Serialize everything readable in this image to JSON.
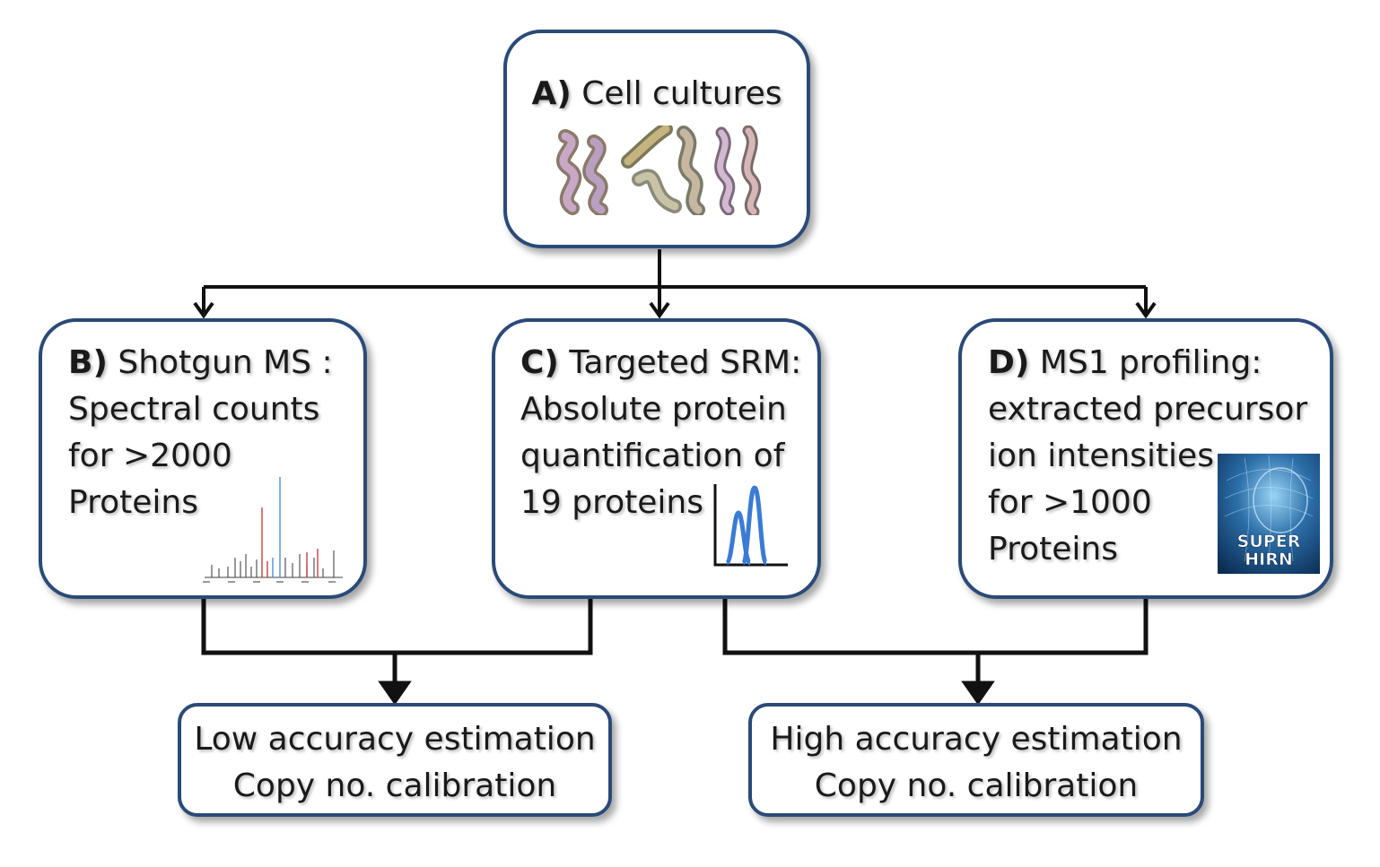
{
  "nodes": {
    "a": {
      "label": "A)",
      "lines": [
        "Cell cultures"
      ]
    },
    "b": {
      "label": "B)",
      "lines": [
        "Shotgun MS :",
        "Spectral counts",
        "for >2000",
        "Proteins"
      ]
    },
    "c": {
      "label": "C)",
      "lines": [
        "Targeted SRM:",
        "Absolute protein",
        "quantification of",
        "19 proteins"
      ]
    },
    "d": {
      "label": "D)",
      "lines": [
        "MS1 profiling:",
        "extracted precursor",
        "ion intensities",
        "for >1000",
        "Proteins"
      ],
      "logo_text": [
        "SUPER",
        "HIRN"
      ]
    },
    "low": {
      "lines": [
        "Low accuracy estimation",
        "Copy no. calibration"
      ]
    },
    "high": {
      "lines": [
        "High accuracy estimation",
        "Copy no. calibration"
      ]
    }
  },
  "icons": {
    "cells": "cell-culture-image-icon",
    "spectrum": "mass-spectrum-icon",
    "peaks": "chromatogram-peaks-icon",
    "logo": "superhirn-logo-icon"
  },
  "colors": {
    "border": "#2b4a78",
    "arrow": "#111111",
    "peak": "#3a7bd5",
    "spectrum_red": "#c04040",
    "spectrum_blue": "#4f8fd8",
    "logo_bg": "#0d3a66"
  }
}
